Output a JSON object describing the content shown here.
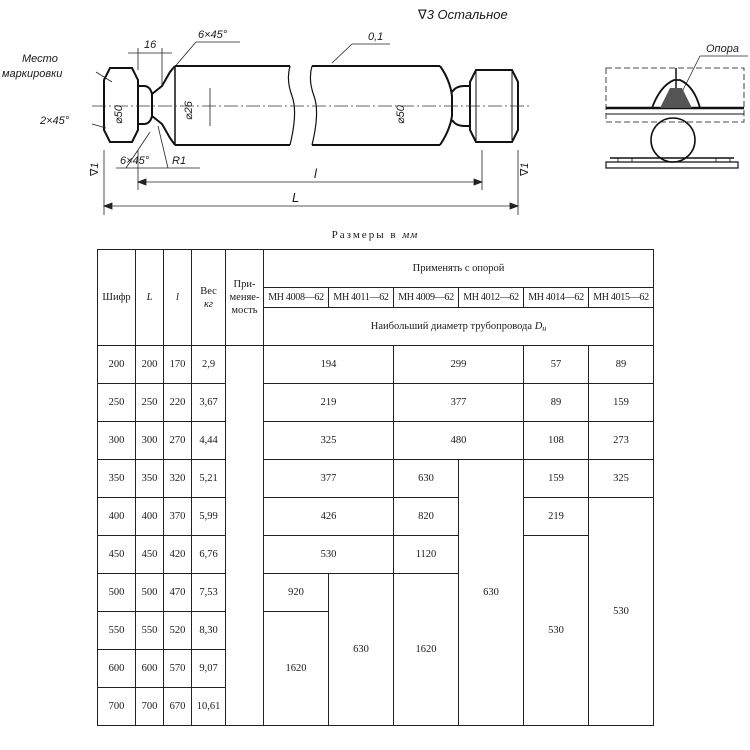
{
  "drawing": {
    "surface_note": "∇3 Остальное",
    "support_label": "Опора",
    "marking_label_line1": "Место",
    "marking_label_line2": "маркировки",
    "chamfer_2x45": "2×45°",
    "chamfer_6x45_top": "6×45°",
    "chamfer_6x45_bottom": "6×45°",
    "radius": "R1",
    "dim_16": "16",
    "dim_01": "0,1",
    "dia_50_left": "⌀50",
    "dia_26": "⌀26",
    "dia_50_right": "⌀50",
    "roughness_left": "∇1",
    "roughness_right": "∇1",
    "length_l": "l",
    "length_L": "L"
  },
  "table": {
    "caption_prefix": "Размеры в",
    "caption_unit": "мм",
    "headers": {
      "shifr": "Шифр",
      "L": "L",
      "l": "l",
      "weight_line1": "Вес",
      "weight_line2": "кг",
      "applicability_line1": "При-",
      "applicability_line2": "меняе-",
      "applicability_line3": "мость",
      "apply_with_support": "Применять с опорой",
      "max_diameter": "Наибольший диаметр трубопровода",
      "max_diameter_symbol": "D",
      "max_diameter_sub": "н",
      "supports": [
        "МН 4008—62",
        "МН 4011—62",
        "МН 4009—62",
        "МН 4012—62",
        "МН 4014—62",
        "МН 4015—62"
      ]
    },
    "rows": [
      {
        "shifr": "200",
        "L": "200",
        "l": "170",
        "weight": "2,9"
      },
      {
        "shifr": "250",
        "L": "250",
        "l": "220",
        "weight": "3,67"
      },
      {
        "shifr": "300",
        "L": "300",
        "l": "270",
        "weight": "4,44"
      },
      {
        "shifr": "350",
        "L": "350",
        "l": "320",
        "weight": "5,21"
      },
      {
        "shifr": "400",
        "L": "400",
        "l": "370",
        "weight": "5,99"
      },
      {
        "shifr": "450",
        "L": "450",
        "l": "420",
        "weight": "6,76"
      },
      {
        "shifr": "500",
        "L": "500",
        "l": "470",
        "weight": "7,53"
      },
      {
        "shifr": "550",
        "L": "550",
        "l": "520",
        "weight": "8,30"
      },
      {
        "shifr": "600",
        "L": "600",
        "l": "570",
        "weight": "9,07"
      },
      {
        "shifr": "700",
        "L": "700",
        "l": "670",
        "weight": "10,61"
      }
    ],
    "cells": {
      "r1_a": "194",
      "r1_b": "299",
      "r1_c": "57",
      "r1_d": "89",
      "r2_a": "219",
      "r2_b": "377",
      "r2_c": "89",
      "r2_d": "159",
      "r3_a": "325",
      "r3_b": "480",
      "r3_c": "108",
      "r3_d": "273",
      "r4_a": "377",
      "r4_b": "630",
      "r4_c": "159",
      "r4_d": "325",
      "r5_a": "426",
      "r5_b": "820",
      "r5_c": "219",
      "r6_a": "530",
      "r6_b": "1120",
      "r7_a": "920",
      "big_4012": "630",
      "big_4015": "530",
      "big_4014": "530",
      "big_4008": "1620",
      "big_4011": "630",
      "big_4009": "1620"
    }
  }
}
